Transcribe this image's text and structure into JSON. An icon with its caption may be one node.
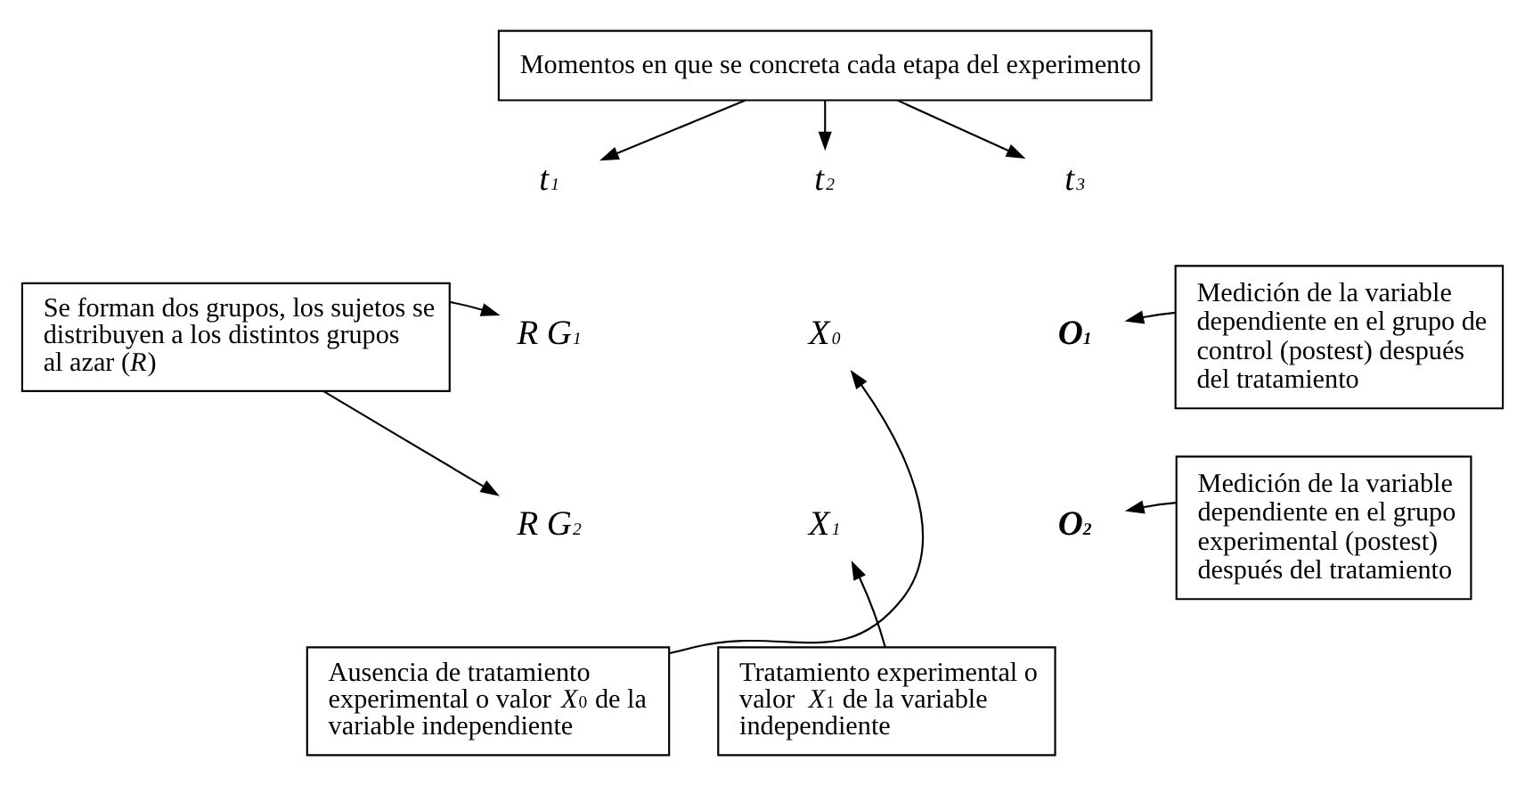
{
  "diagram": {
    "nodes": [
      {
        "text": [
          "Momentos en que se concreta cada etapa del experimento"
        ]
      },
      {
        "text": [
          "Se forman dos grupos, los sujetos se distribuyen a los distintos grupos al azar (*R*)"
        ]
      },
      {
        "text": [
          "t$_{1}$"
        ]
      },
      {
        "text": [
          "t$_{2}$"
        ]
      },
      {
        "text": [
          "t$_{3}$"
        ]
      },
      {
        "text": [
          "R G$_{1}$"
        ]
      },
      {
        "text": [
          "X$_{0}$"
        ]
      },
      {
        "text": [
          "O$_{1}$"
        ]
      },
      {
        "text": [
          "R G$_{2}$"
        ]
      },
      {
        "text": [
          "X$_{1}$"
        ]
      },
      {
        "text": [
          "O$_{2}$"
        ]
      },
      {
        "text": [
          "Medición de la variable dependiente en el grupo de control (postest) después del tratamiento"
        ]
      },
      {
        "text": [
          "Medición de la variable dependiente en el grupo experimental (postest) después del tratamiento"
        ]
      },
      {
        "text": [
          "Ausencia de tratamiento experimental o valor *X*$_{0}$ de la variable independiente"
        ]
      },
      {
        "text": [
          "Tratamiento experimental o valor *X*$_{1}$ de la variable independiente"
        ]
      }
    ],
    "edges": [
      {
        "from": 0,
        "to": 2,
        "arrow": "to"
      },
      {
        "from": 0,
        "to": 3,
        "arrow": "to"
      },
      {
        "from": 0,
        "to": 4,
        "arrow": "to"
      },
      {
        "from": 1,
        "to": 5,
        "arrow": "to"
      },
      {
        "from": 1,
        "to": 8,
        "arrow": "to"
      },
      {
        "from": 11,
        "to": 7,
        "arrow": "to"
      },
      {
        "from": 12,
        "to": 10,
        "arrow": "to"
      },
      {
        "from": 13,
        "to": 6,
        "arrow": "to"
      },
      {
        "from": 14,
        "to": 9,
        "arrow": "to"
      }
    ]
  }
}
